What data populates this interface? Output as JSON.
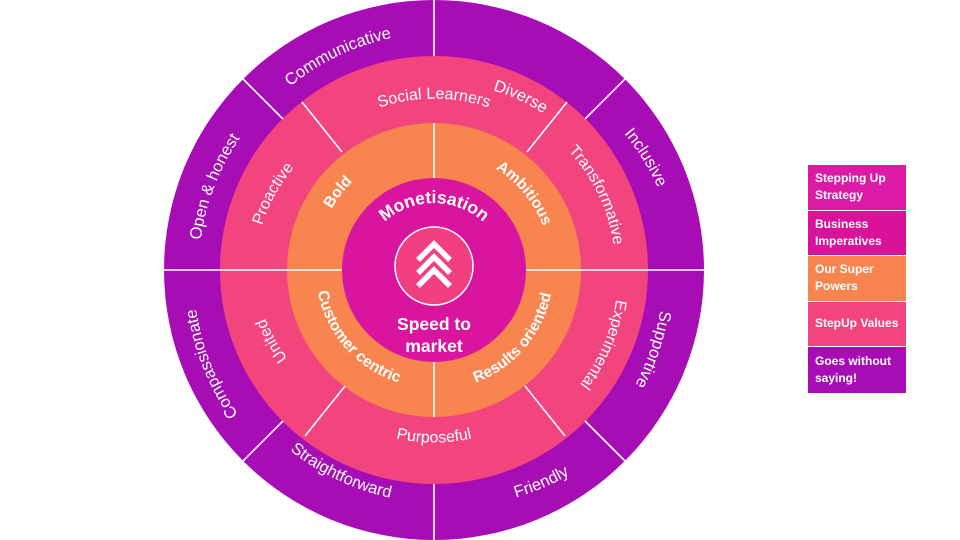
{
  "colors": {
    "outer_ring": "#A70DB5",
    "values_ring": "#F2447D",
    "powers_ring": "#F8854F",
    "core": "#D9159F",
    "hub": "#F23F82",
    "divider": "#FFFFFF",
    "text": "#FFFFFF"
  },
  "center": {
    "icon": "chevrons-up-icon",
    "top_label": "Monetisation",
    "bottom_label_line1": "Speed to",
    "bottom_label_line2": "market"
  },
  "rings": {
    "powers": [
      "Bold",
      "Ambitious",
      "Results oriented",
      "Customer centric"
    ],
    "values": [
      "Social Learners",
      "Transformative",
      "Experimental",
      "Purposeful",
      "United",
      "Proactive"
    ],
    "outer": [
      "Diverse",
      "Inclusive",
      "Supportive",
      "Friendly",
      "Straightforward",
      "Compassionate",
      "Open & honest",
      "Communicative"
    ]
  },
  "legend": [
    {
      "label": "Stepping Up Strategy",
      "color": "#DC1AA6"
    },
    {
      "label": "Business Imperatives",
      "color": "#D9129A"
    },
    {
      "label": "Our Super Powers",
      "color": "#F8854F"
    },
    {
      "label": "StepUp Values",
      "color": "#F2447D"
    },
    {
      "label": "Goes without saying!",
      "color": "#A70DB5"
    }
  ]
}
